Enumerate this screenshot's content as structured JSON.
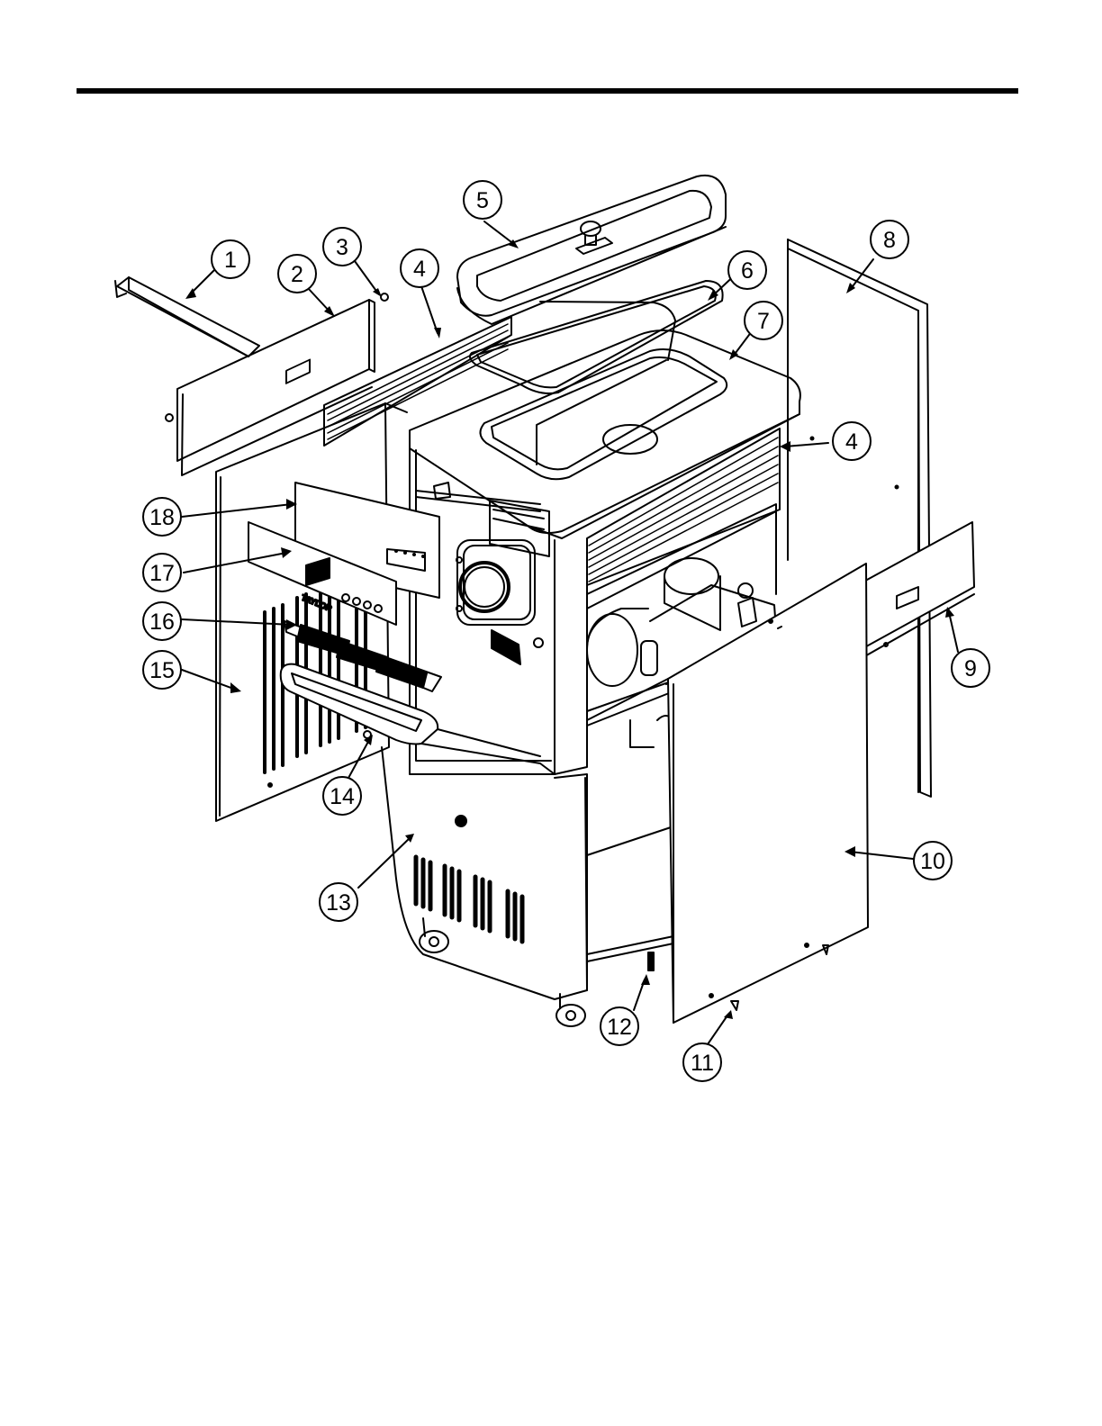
{
  "brand_label": "TAYLOR",
  "callouts": [
    {
      "num": "1"
    },
    {
      "num": "2"
    },
    {
      "num": "3"
    },
    {
      "num": "4"
    },
    {
      "num": "5"
    },
    {
      "num": "6"
    },
    {
      "num": "7"
    },
    {
      "num": "8"
    },
    {
      "num": "4"
    },
    {
      "num": "18"
    },
    {
      "num": "17"
    },
    {
      "num": "16"
    },
    {
      "num": "15"
    },
    {
      "num": "9"
    },
    {
      "num": "14"
    },
    {
      "num": "10"
    },
    {
      "num": "13"
    },
    {
      "num": "12"
    },
    {
      "num": "11"
    }
  ]
}
